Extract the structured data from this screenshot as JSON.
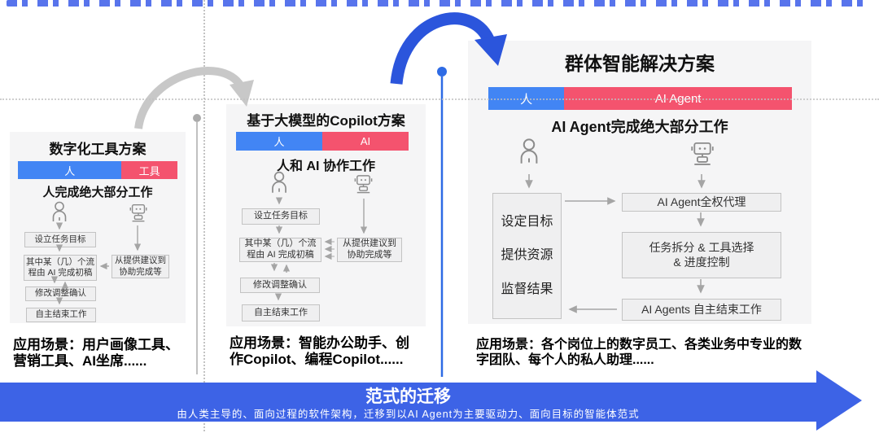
{
  "colors": {
    "bar_blue": "#4285F4",
    "bar_red": "#F4536E",
    "banner_blue": "#3D63E6",
    "arc_blue": "#2B55DC",
    "arc_gray": "#C8C8C8",
    "panel_bg": "#F5F5F6"
  },
  "panels": [
    {
      "title": "数字化工具方案",
      "bar": {
        "left": "人",
        "right": "工具"
      },
      "subtitle": "人完成绝大部分工作",
      "flow": {
        "goal": "设立任务目标",
        "draft": "其中某（几）个流\n程由 AI 完成初稿",
        "assist": "从提供建议到\n协助完成等",
        "confirm": "修改调整确认",
        "finish": "自主结束工作"
      },
      "caption": "应用场景：用户画像工具、\n营销工具、AI坐席......"
    },
    {
      "title": "基于大模型的Copilot方案",
      "bar": {
        "left": "人",
        "right": "AI"
      },
      "subtitle": "人和 AI 协作工作",
      "flow": {
        "goal": "设立任务目标",
        "draft": "其中某（几）个流\n程由 AI 完成初稿",
        "assist": "从提供建议到\n协助完成等",
        "confirm": "修改调整确认",
        "finish": "自主结束工作"
      },
      "caption": "应用场景：智能办公助手、创\n作Copilot、编程Copilot......"
    },
    {
      "title": "群体智能解决方案",
      "bar": {
        "left": "人",
        "right": "AI Agent"
      },
      "subtitle": "AI Agent完成绝大部分工作",
      "flow": {
        "human_steps": [
          "设定目标",
          "提供资源",
          "监督结果"
        ],
        "agent_step1": "AI Agent全权代理",
        "agent_step2": "任务拆分 & 工具选择\n& 进度控制",
        "agent_step3": "AI Agents 自主结束工作"
      },
      "caption": "应用场景：各个岗位上的数字员工、各类业务中专业的数\n字团队、每个人的私人助理......"
    }
  ],
  "banner": {
    "title": "范式的迁移",
    "subtitle": "由人类主导的、面向过程的软件架构，迁移到以AI Agent为主要驱动力、面向目标的智能体范式"
  }
}
